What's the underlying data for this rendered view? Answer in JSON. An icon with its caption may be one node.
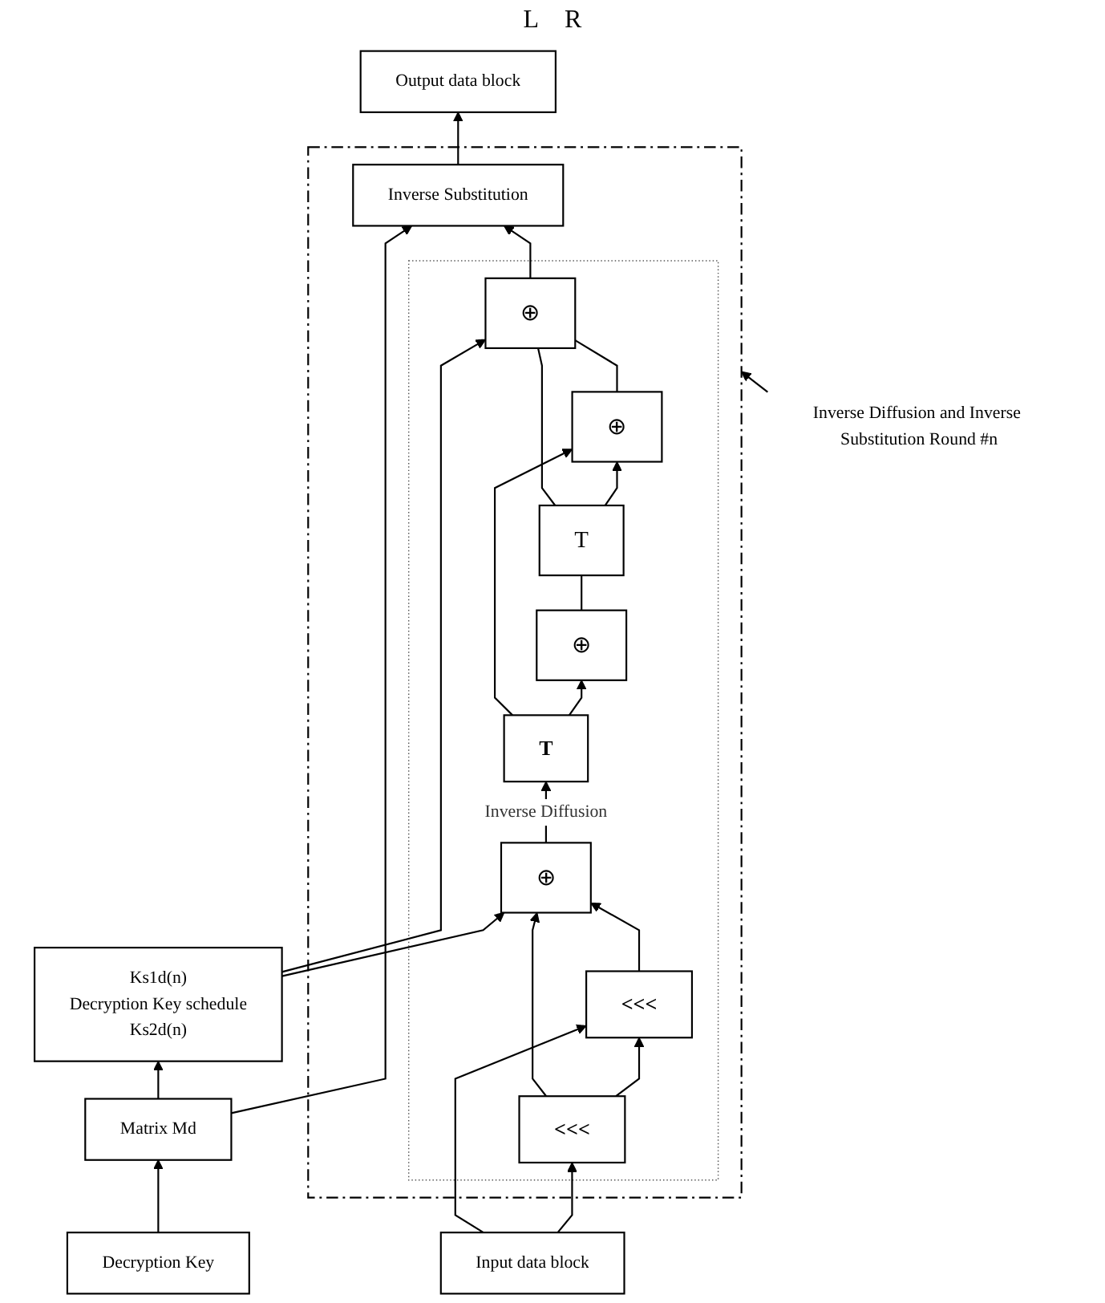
{
  "diagram": {
    "nodes": [
      {
        "text": [
          "Output data block"
        ]
      },
      {
        "text": [
          "Decryption Key"
        ]
      },
      {
        "text": [],
        "shape": "box"
      },
      {
        "text": [
          "Inverse Substitution"
        ],
        "in": 2
      },
      {
        "text": [
          "Matrix Md"
        ]
      },
      {
        "text": [],
        "shape": "box",
        "in": 2
      },
      {
        "text": [
          "⊕"
        ],
        "in": 5
      },
      {
        "text": [
          "⊕"
        ],
        "in": 5
      },
      {
        "text": [
          "T"
        ],
        "in": 5
      },
      {
        "text": [
          "⊕"
        ],
        "in": 5
      },
      {
        "text": [
          "T"
        ],
        "in": 5
      },
      {
        "text": [
          "⊕"
        ],
        "in": 5
      },
      {
        "text": [
          "<<<"
        ],
        "in": 5
      },
      {
        "text": [
          "<<<"
        ],
        "in": 5
      },
      {
        "text": [
          "Ks1d(n)",
          "Decryption Key schedule",
          "Ks2d(n)"
        ]
      },
      {
        "text": [
          "Input data block"
        ]
      },
      {
        "text": [
          "Inverse Diffusion and Inverse Substitution Round #n"
        ]
      }
    ],
    "edges": [
      {
        "from": 15,
        "to": 13,
        "arrow": "to"
      },
      {
        "from": 15,
        "to": 12,
        "arrow": "to"
      },
      {
        "from": 13,
        "to": 12,
        "arrow": "to"
      },
      {
        "from": 13,
        "to": 11,
        "arrow": "to"
      },
      {
        "from": 12,
        "to": 11,
        "arrow": "to"
      },
      {
        "from": 14,
        "to": 11,
        "arrow": "to"
      },
      {
        "from": 11,
        "to": 10,
        "arrow": "to",
        "label": "Inverse Diffusion"
      },
      {
        "from": 10,
        "to": 9,
        "arrow": "to"
      },
      {
        "from": 10,
        "to": 7,
        "arrow": "to"
      },
      {
        "from": 9,
        "to": 8,
        "arrow": "none"
      },
      {
        "from": 8,
        "to": 7,
        "arrow": "to"
      },
      {
        "from": 8,
        "to": 6,
        "arrow": "none"
      },
      {
        "from": 7,
        "to": 6,
        "arrow": "none"
      },
      {
        "from": 14,
        "to": 6,
        "arrow": "to"
      },
      {
        "from": 6,
        "to": 3,
        "arrow": "to"
      },
      {
        "from": 3,
        "to": 0,
        "arrow": "to"
      },
      {
        "from": 1,
        "to": 4,
        "arrow": "to"
      },
      {
        "from": 4,
        "to": 3,
        "arrow": "to"
      },
      {
        "from": 4,
        "to": 14,
        "arrow": "to"
      },
      {
        "from": 16,
        "to": 2,
        "arrow": "to"
      }
    ],
    "labels": [
      "L",
      "R"
    ]
  }
}
